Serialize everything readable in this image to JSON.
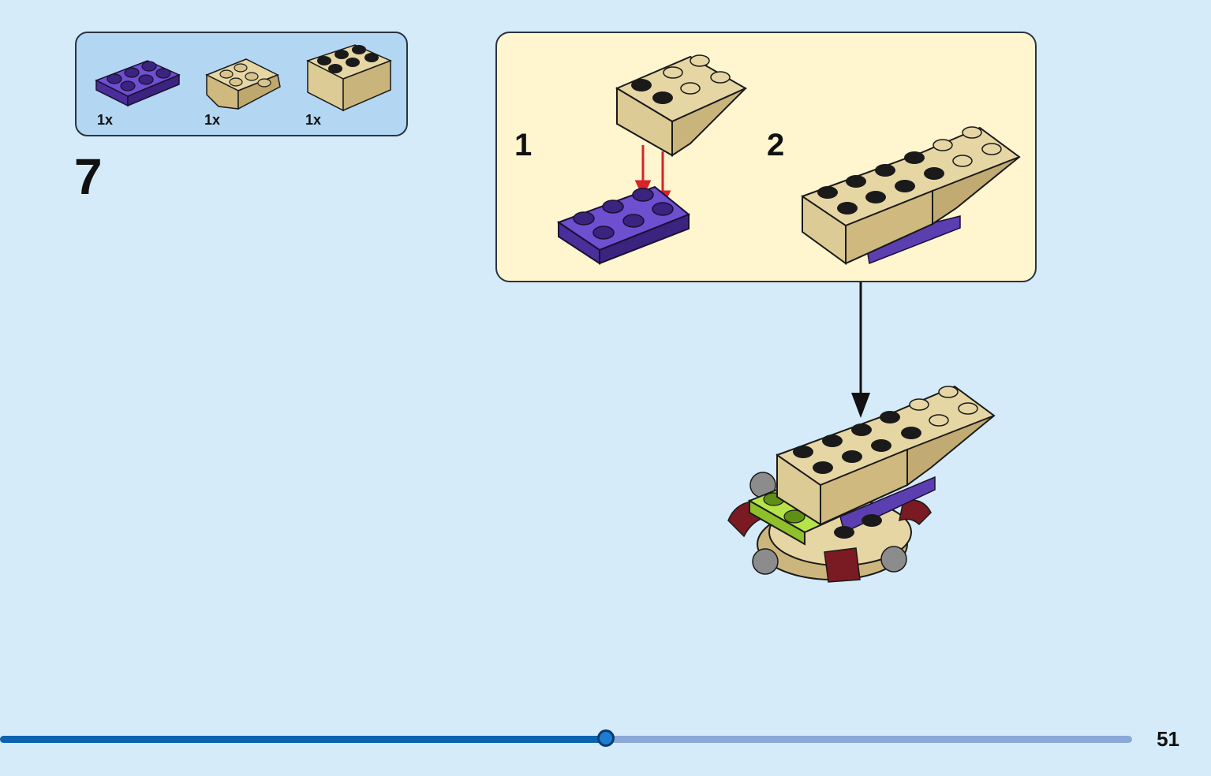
{
  "step": {
    "number": "7"
  },
  "parts": [
    {
      "qty": "1x",
      "name": "purple-plate-2x3",
      "color": "#5b3fb0"
    },
    {
      "qty": "1x",
      "name": "tan-inverted-slope-2x3",
      "color": "#dcc995"
    },
    {
      "qty": "1x",
      "name": "tan-brick-2x3",
      "color": "#dcc995"
    }
  ],
  "substeps": [
    {
      "label": "1"
    },
    {
      "label": "2"
    }
  ],
  "colors": {
    "background": "#d5ebf9",
    "parts_panel": "#b3d6f3",
    "substep_panel": "#fff5cf",
    "tan": "#dcc995",
    "purple": "#5b3fb0",
    "arrow_red": "#d8232a",
    "lime": "#b6e34a",
    "dark_red": "#7a1a22",
    "grey": "#8c8c8c"
  },
  "progress": {
    "fraction": 0.535
  },
  "page": {
    "number": "51"
  }
}
